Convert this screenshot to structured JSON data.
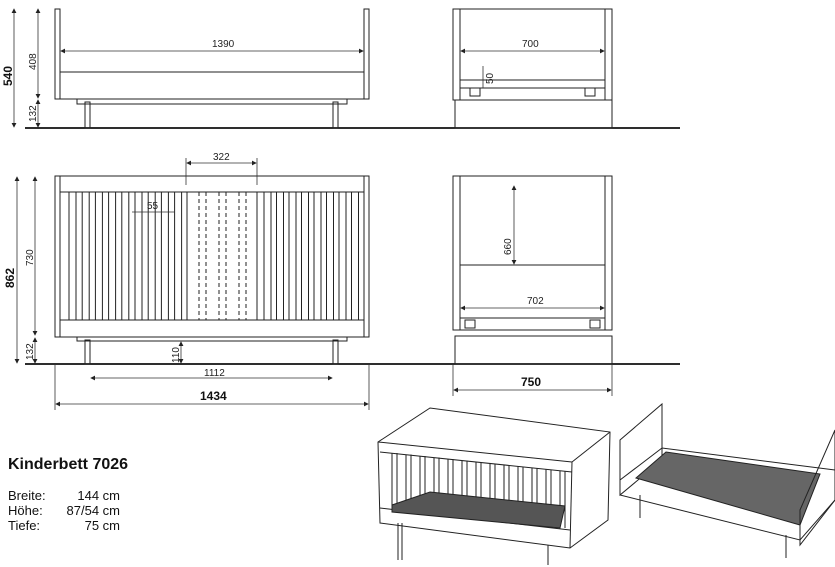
{
  "product": {
    "title": "Kinderbett 7026",
    "specs": [
      {
        "label": "Breite:",
        "value": "144 cm"
      },
      {
        "label": "Höhe:",
        "value": "87/54 cm"
      },
      {
        "label": "Tiefe:",
        "value": "75 cm"
      }
    ]
  },
  "dimensions": {
    "side_view_bed": {
      "total_height": "540",
      "rail_height": "408",
      "leg_height": "132",
      "inner_length": "1390"
    },
    "end_view_bed": {
      "inner_width": "700",
      "slat_offset": "50"
    },
    "front_view_crib": {
      "total_height": "862",
      "side_height": "730",
      "leg_height": "132",
      "removable_bars": "322",
      "bar_spacing": "55",
      "floor_clearance": "110",
      "leg_distance": "1112",
      "total_length": "1434"
    },
    "end_view_crib": {
      "inner_height": "660",
      "inner_width": "702",
      "total_depth": "750"
    }
  }
}
